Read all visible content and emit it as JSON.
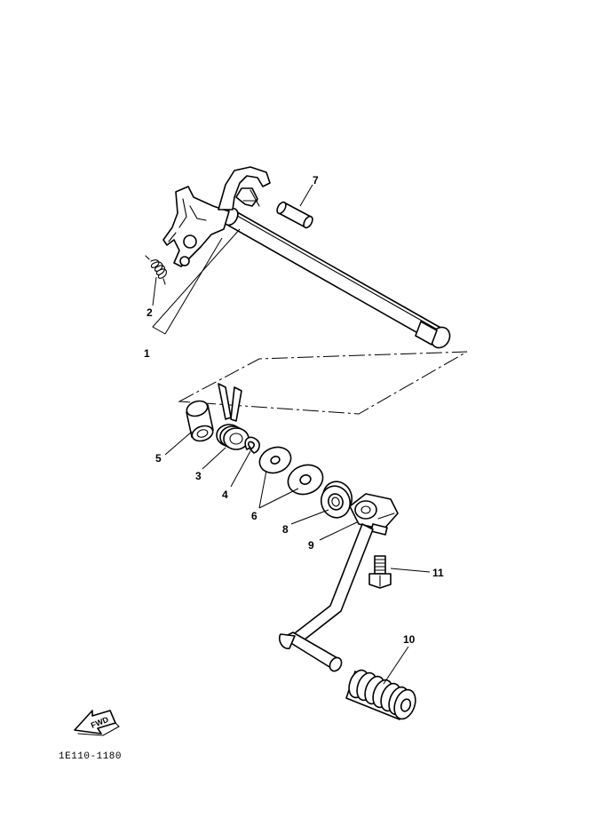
{
  "callouts": [
    {
      "id": "1",
      "label": "1"
    },
    {
      "id": "2",
      "label": "2"
    },
    {
      "id": "3",
      "label": "3"
    },
    {
      "id": "4",
      "label": "4"
    },
    {
      "id": "5",
      "label": "5"
    },
    {
      "id": "6",
      "label": "6"
    },
    {
      "id": "7",
      "label": "7"
    },
    {
      "id": "8",
      "label": "8"
    },
    {
      "id": "9",
      "label": "9"
    },
    {
      "id": "10",
      "label": "10"
    },
    {
      "id": "11",
      "label": "11"
    }
  ],
  "fwd_label": "FWD",
  "drawing_code": "1E110-1180",
  "icons": {
    "fwd_arrow": "forward-arrow-icon"
  }
}
